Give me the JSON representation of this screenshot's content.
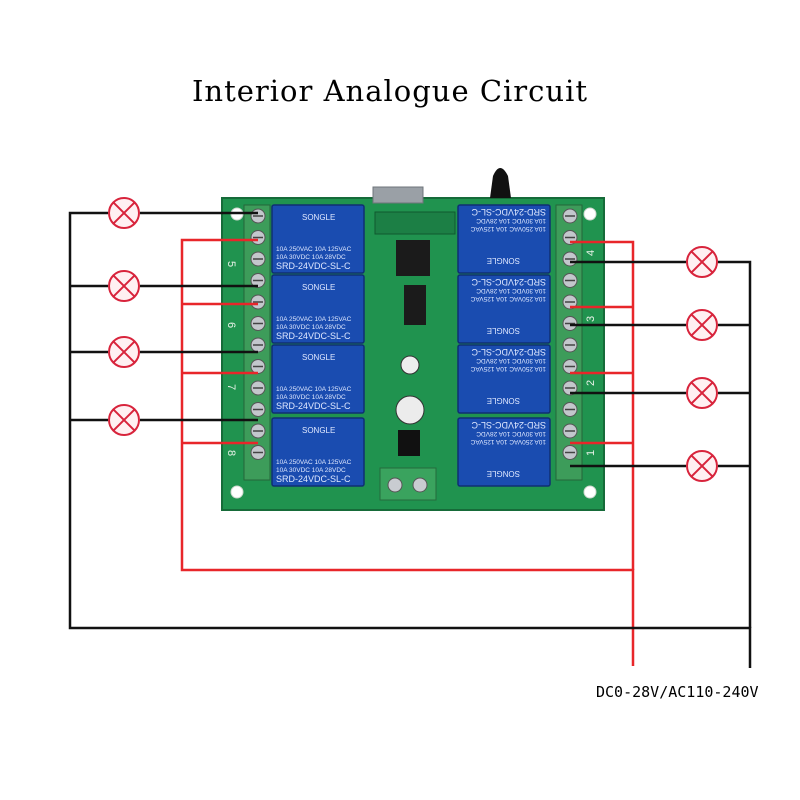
{
  "title": "Interior Analogue Circuit",
  "power_supply_label": "DC0-28V/AC110-240V",
  "relays": [
    {
      "brand": "SONGLE",
      "model": "SRD-24VDC-SL-C",
      "rating_line1": "10A 250VAC  10A 125VAC",
      "rating_line2": "10A  30VDC  10A  28VDC"
    }
  ],
  "channel_numbers": [
    "5",
    "6",
    "7",
    "8",
    "4",
    "3",
    "2",
    "1"
  ],
  "colors": {
    "live_wire": "#e8262a",
    "neutral_wire": "#111111",
    "lamp": "#d8243c",
    "pcb": "#1f8a4e",
    "relay": "#1a4cb0",
    "terminal": "#3d9c5a"
  }
}
